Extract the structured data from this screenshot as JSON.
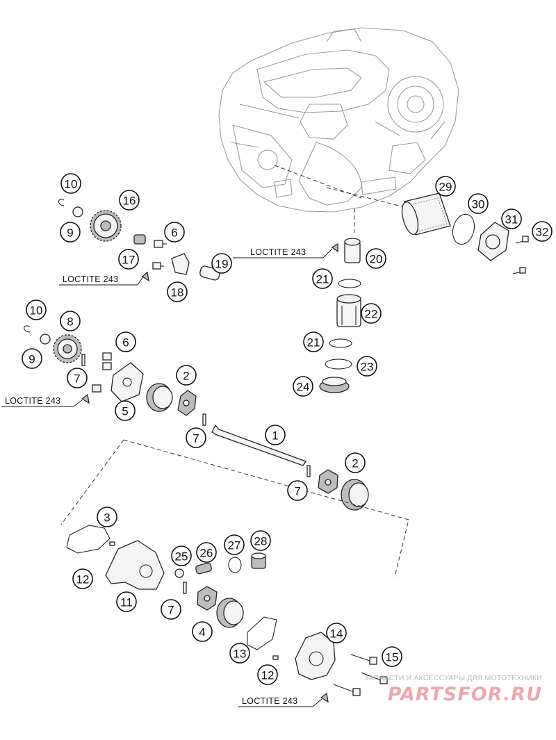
{
  "callouts": [
    {
      "id": "c10a",
      "label": "10"
    },
    {
      "id": "c16",
      "label": "16"
    },
    {
      "id": "c9a",
      "label": "9"
    },
    {
      "id": "c6a",
      "label": "6"
    },
    {
      "id": "c17",
      "label": "17"
    },
    {
      "id": "c18",
      "label": "18"
    },
    {
      "id": "c19",
      "label": "19"
    },
    {
      "id": "c29",
      "label": "29"
    },
    {
      "id": "c30",
      "label": "30"
    },
    {
      "id": "c31",
      "label": "31"
    },
    {
      "id": "c32",
      "label": "32"
    },
    {
      "id": "c20",
      "label": "20"
    },
    {
      "id": "c21a",
      "label": "21"
    },
    {
      "id": "c22",
      "label": "22"
    },
    {
      "id": "c21b",
      "label": "21"
    },
    {
      "id": "c23",
      "label": "23"
    },
    {
      "id": "c24",
      "label": "24"
    },
    {
      "id": "c10b",
      "label": "10"
    },
    {
      "id": "c8",
      "label": "8"
    },
    {
      "id": "c9b",
      "label": "9"
    },
    {
      "id": "c6b",
      "label": "6"
    },
    {
      "id": "c7a",
      "label": "7"
    },
    {
      "id": "c2a",
      "label": "2"
    },
    {
      "id": "c5",
      "label": "5"
    },
    {
      "id": "c7b",
      "label": "7"
    },
    {
      "id": "c1",
      "label": "1"
    },
    {
      "id": "c2b",
      "label": "2"
    },
    {
      "id": "c7c",
      "label": "7"
    },
    {
      "id": "c3",
      "label": "3"
    },
    {
      "id": "c25",
      "label": "25"
    },
    {
      "id": "c26",
      "label": "26"
    },
    {
      "id": "c27",
      "label": "27"
    },
    {
      "id": "c28",
      "label": "28"
    },
    {
      "id": "c12a",
      "label": "12"
    },
    {
      "id": "c11",
      "label": "11"
    },
    {
      "id": "c7d",
      "label": "7"
    },
    {
      "id": "c4",
      "label": "4"
    },
    {
      "id": "c14",
      "label": "14"
    },
    {
      "id": "c13",
      "label": "13"
    },
    {
      "id": "c15",
      "label": "15"
    },
    {
      "id": "c12b",
      "label": "12"
    }
  ],
  "loctite_labels": [
    {
      "id": "l1",
      "text": "LOCTITE 243"
    },
    {
      "id": "l2",
      "text": "LOCTITE 243"
    },
    {
      "id": "l3",
      "text": "LOCTITE 243"
    },
    {
      "id": "l4",
      "text": "LOCTITE 243"
    }
  ],
  "watermark": {
    "caption": "ЗАПЧАСТИ И АКСЕССУАРЫ ДЛЯ МОТОТЕХНИКИ",
    "brand": "PARTSFOR.RU"
  }
}
